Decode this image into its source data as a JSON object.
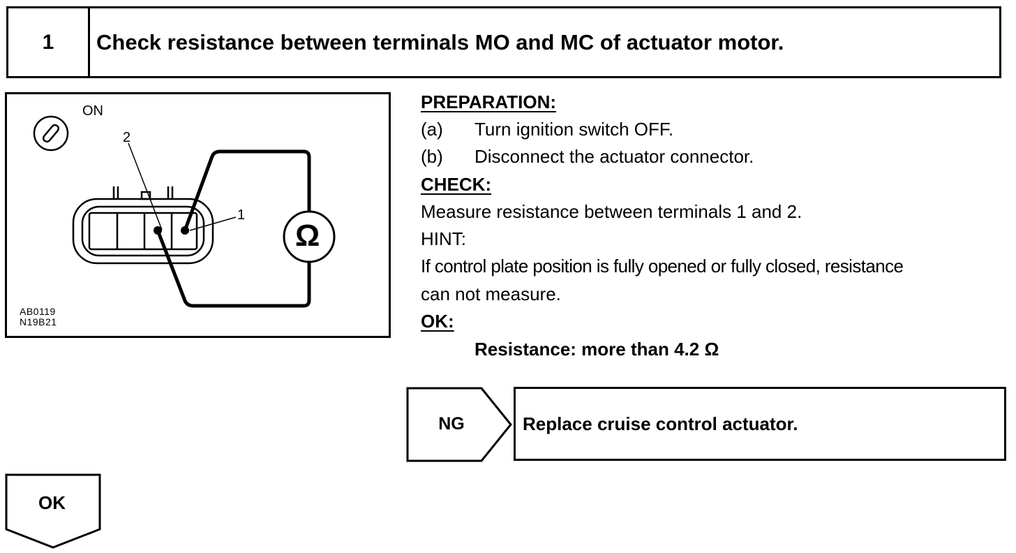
{
  "header": {
    "step_number": "1",
    "title": "Check resistance between terminals MO and MC of actuator motor."
  },
  "figure": {
    "ignition_label": "ON",
    "terminal_1_label": "1",
    "terminal_2_label": "2",
    "meter_symbol": "Ω",
    "code_line1": "AB0119",
    "code_line2": "N19B21",
    "icons": [
      "ignition-key-icon",
      "connector-icon",
      "ohmmeter-icon"
    ]
  },
  "preparation": {
    "heading": "PREPARATION:",
    "steps": [
      {
        "marker": "(a)",
        "text": "Turn ignition switch OFF."
      },
      {
        "marker": "(b)",
        "text": "Disconnect the actuator connector."
      }
    ]
  },
  "check": {
    "heading": "CHECK:",
    "text": "Measure resistance between terminals 1 and 2.",
    "hint_label": "HINT:",
    "hint_line1": "If control plate position is fully opened or fully closed, resistance",
    "hint_line2": "can not measure."
  },
  "ok": {
    "heading": "OK:",
    "spec": "Resistance: more than 4.2 Ω"
  },
  "ng_branch": {
    "label": "NG",
    "action": "Replace cruise control actuator."
  },
  "ok_branch": {
    "label": "OK"
  }
}
